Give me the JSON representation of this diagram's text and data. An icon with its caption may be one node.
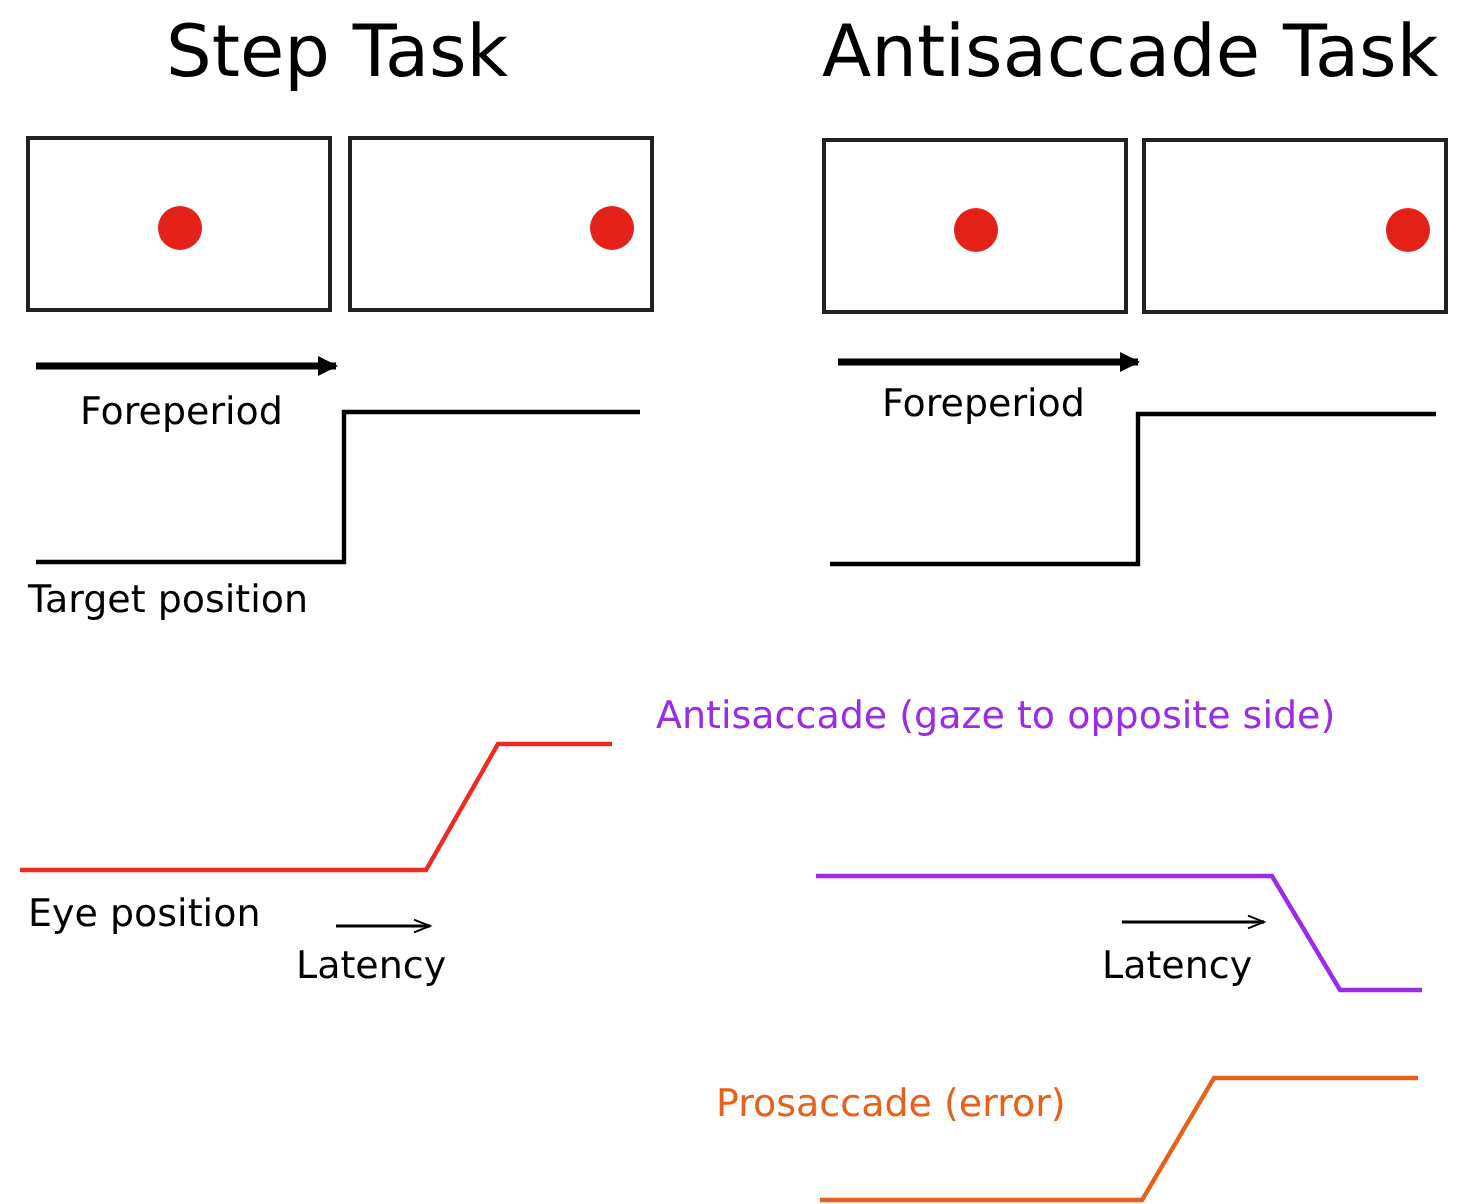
{
  "diagram": {
    "labels": [
      "Step Task",
      "Antisaccade Task",
      "Foreperiod",
      "Foreperiod",
      "Target position",
      "Antisaccade (gaze to opposite side)",
      "Eye position",
      "Latency",
      "Latency",
      "Prosaccade (error)"
    ]
  }
}
